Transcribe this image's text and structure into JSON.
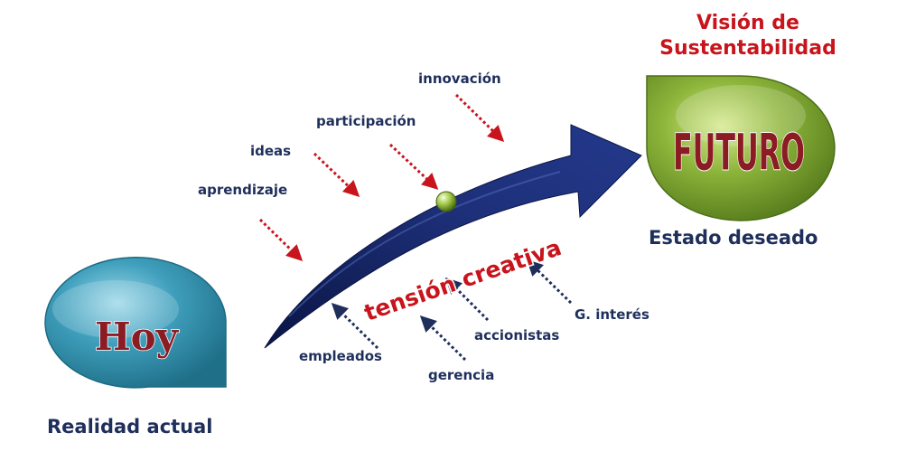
{
  "title": {
    "line1": "Visión de",
    "line2": "Sustentabilidad"
  },
  "present": {
    "bubble": "Hoy",
    "caption": "Realidad actual"
  },
  "future": {
    "bubble": "FUTURO",
    "caption": "Estado deseado"
  },
  "center_label": "tensión creativa",
  "drivers": [
    "innovación",
    "participación",
    "ideas",
    "aprendizaje"
  ],
  "stakeholders": [
    "G. interés",
    "accionistas",
    "gerencia",
    "empleados"
  ],
  "colors": {
    "navy": "#1f2f5c",
    "red": "#c8141c",
    "teal": "#2a8aa6",
    "green": "#6f9a2a",
    "arrow": "#12205a",
    "dark_red": "#8b1c24"
  }
}
